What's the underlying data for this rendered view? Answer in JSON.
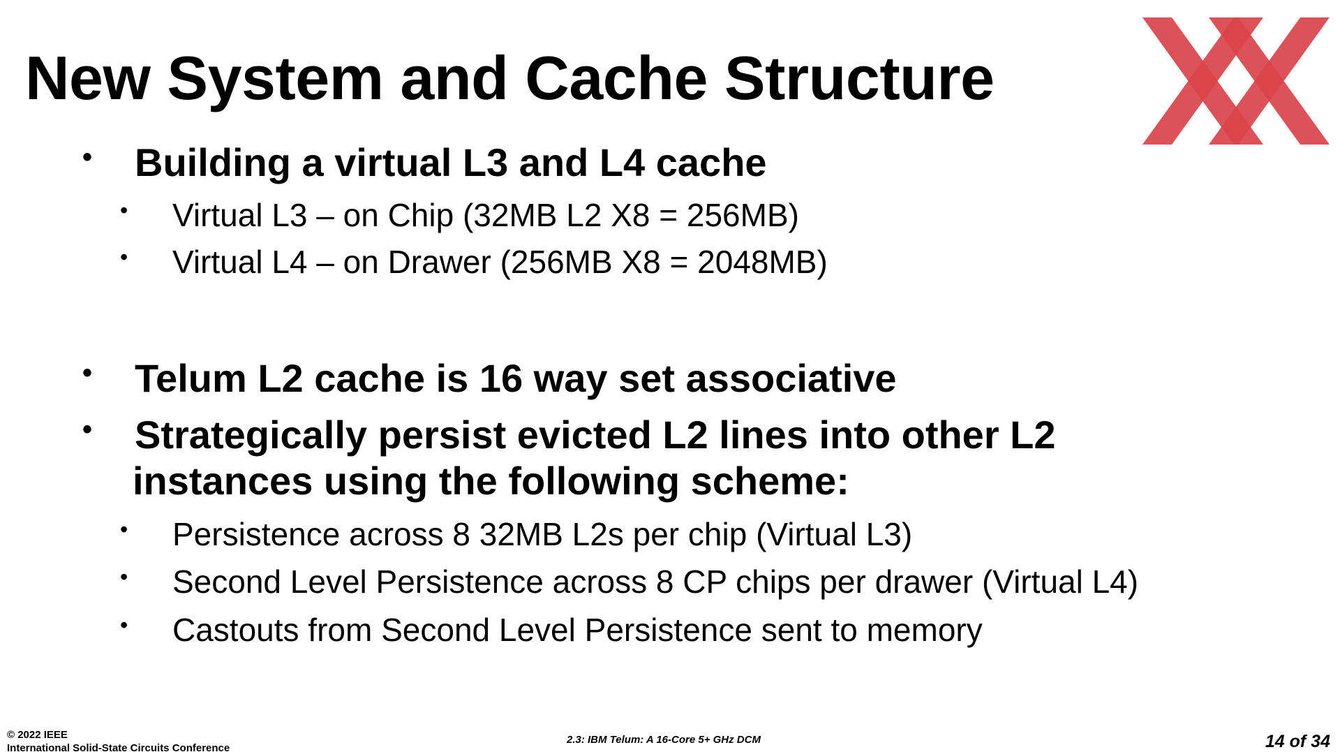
{
  "slide": {
    "title": "New System and Cache Structure",
    "bullet_glyph": "•",
    "bullets": [
      {
        "text": "Building a virtual L3 and L4 cache"
      },
      {
        "text": "Virtual L3 – on Chip (32MB L2 X8 = 256MB)"
      },
      {
        "text": "Virtual L4 – on Drawer (256MB X8 = 2048MB)"
      },
      {
        "text": "Telum L2 cache is 16 way set associative"
      },
      {
        "line1": "Strategically persist evicted L2 lines into other L2",
        "line2": "instances using the following scheme:"
      },
      {
        "text": "Persistence across 8 32MB L2s per chip (Virtual L3)"
      },
      {
        "text": "Second Level Persistence across 8 CP chips per drawer (Virtual L4)"
      },
      {
        "text": "Castouts from Second Level Persistence sent to memory"
      }
    ]
  },
  "footer": {
    "copyright": "© 2022 IEEE",
    "conference": "International Solid-State Circuits Conference",
    "session": "2.3: IBM Telum: A 16-Core 5+ GHz DCM",
    "page": "14 of 34"
  },
  "colors": {
    "logo_red": "#d9434a",
    "logo_overlap": "#c23c45",
    "text": "#000000",
    "background": "#ffffff"
  },
  "icons": {
    "logo": "isscc-xx-logo"
  }
}
